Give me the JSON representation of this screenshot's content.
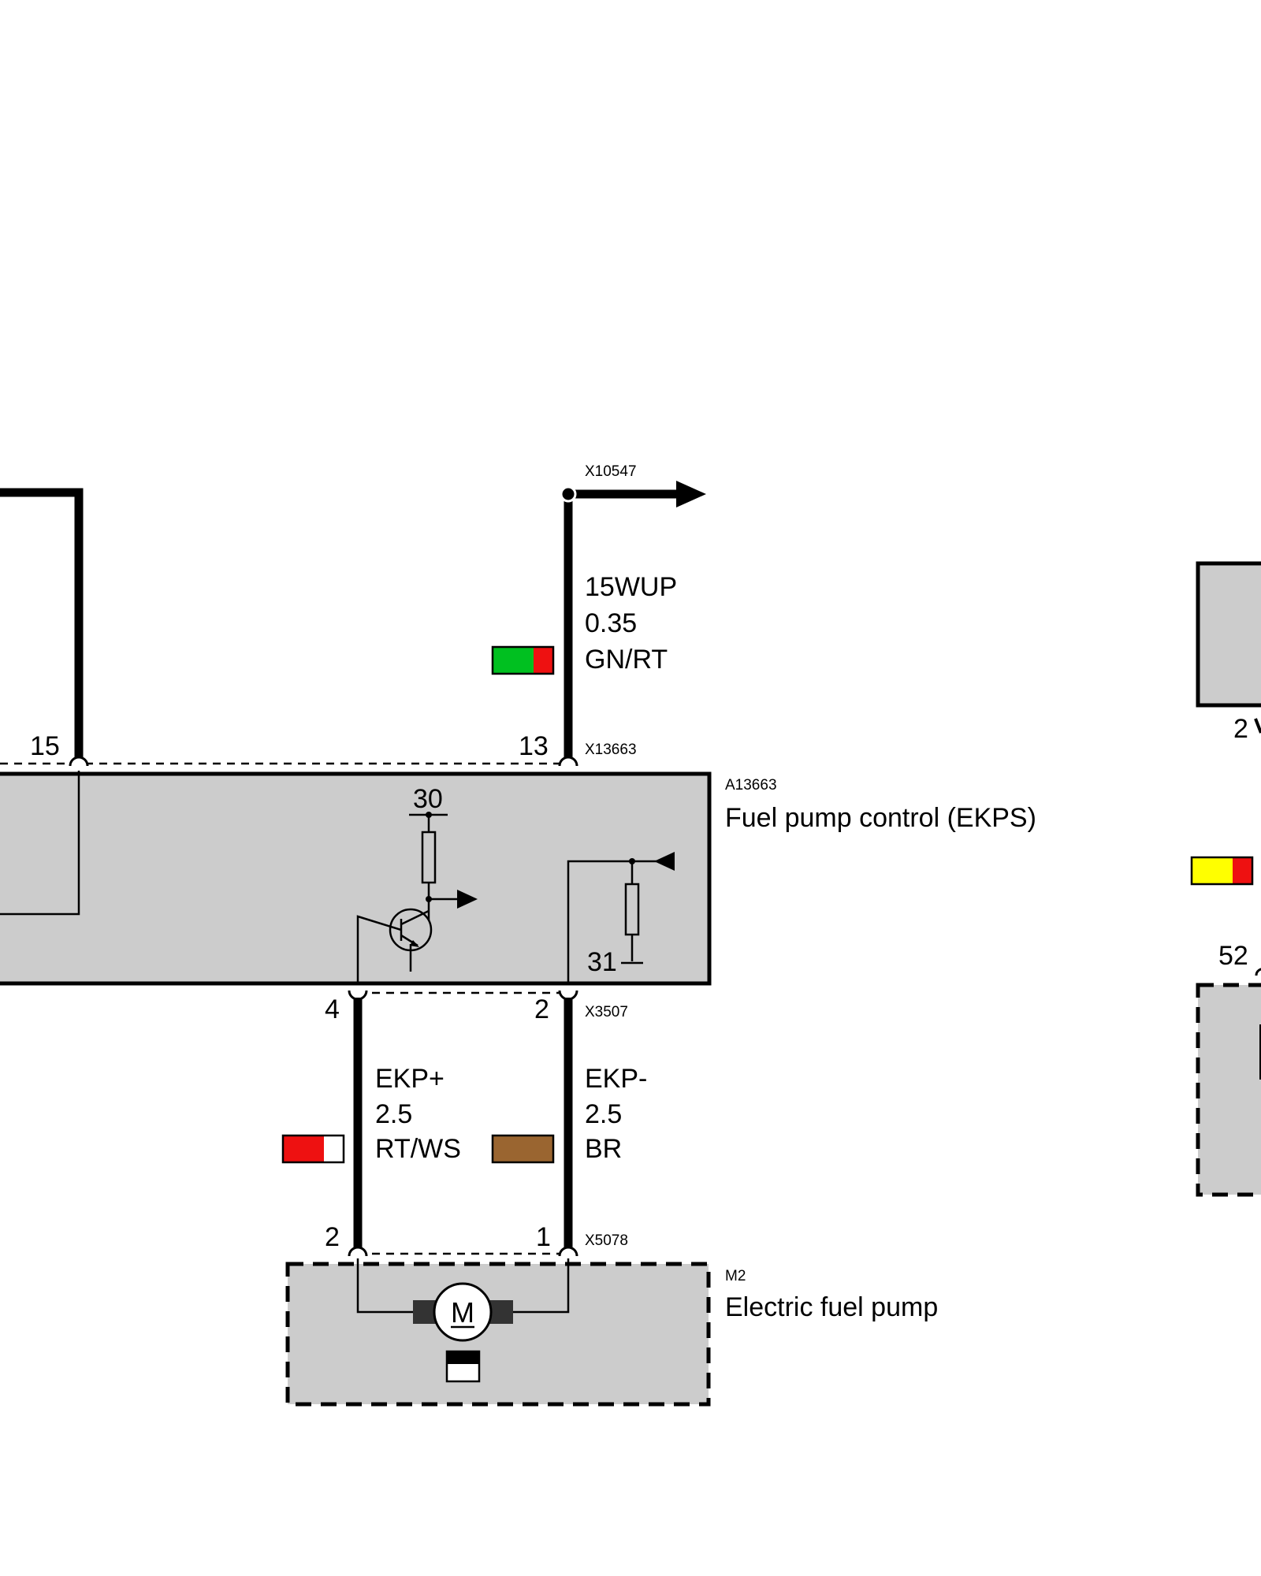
{
  "components": {
    "ekps": {
      "id": "A13663",
      "name": "Fuel pump control (EKPS)",
      "connector_top": "X13663",
      "connector_bottom": "X3507",
      "pins": {
        "p15": "15",
        "p13": "13",
        "p4": "4",
        "p2": "2"
      },
      "internal": {
        "term30": "30",
        "term31": "31"
      }
    },
    "pump": {
      "id": "M2",
      "name": "Electric fuel pump",
      "connector": "X5078",
      "pins": {
        "p2": "2",
        "p1": "1"
      },
      "motor_symbol": "M"
    },
    "right_top": {
      "pin": "2"
    },
    "right_bottom": {
      "pin": "52"
    }
  },
  "connectors": {
    "top_right": "X10547"
  },
  "wires": {
    "wup": {
      "signal": "15WUP",
      "gauge": "0.35",
      "color_code": "GN/RT",
      "colors": [
        "#00c020",
        "#ee1111"
      ]
    },
    "ekp_plus": {
      "signal": "EKP+",
      "gauge": "2.5",
      "color_code": "RT/WS",
      "colors": [
        "#ee1111",
        "#ffffff"
      ]
    },
    "ekp_minus": {
      "signal": "EKP-",
      "gauge": "2.5",
      "color_code": "BR",
      "colors": [
        "#9a6530"
      ]
    },
    "right": {
      "colors": [
        "#ffff00",
        "#ee1111"
      ]
    }
  }
}
